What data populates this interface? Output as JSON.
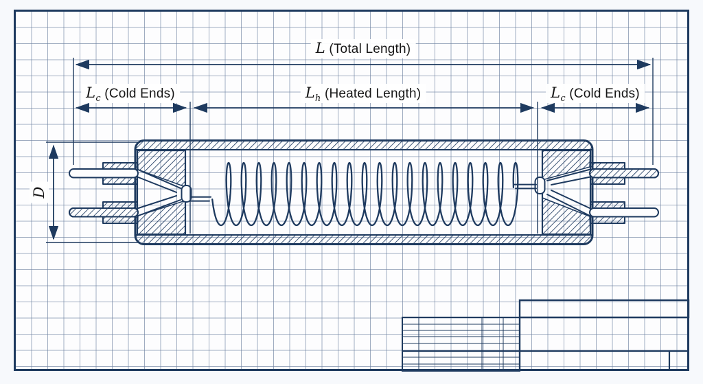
{
  "sheet": {
    "colors": {
      "ink": "#1e3a5f",
      "grid_line": "#6e82a0",
      "paper": "#fdfdfe",
      "label_text": "#161616",
      "label_bg": "#ffffff"
    },
    "labels": {
      "total_length": {
        "symbol": "L",
        "subscript": "",
        "text": "(Total Length)"
      },
      "cold_ends_left": {
        "symbol": "L",
        "subscript": "c",
        "text": "(Cold Ends)"
      },
      "heated_length": {
        "symbol": "L",
        "subscript": "h",
        "text": "(Heated Length)"
      },
      "cold_ends_right": {
        "symbol": "L",
        "subscript": "c",
        "text": "(Cold Ends)"
      },
      "diameter": {
        "symbol": "D",
        "subscript": "",
        "text": ""
      }
    }
  }
}
